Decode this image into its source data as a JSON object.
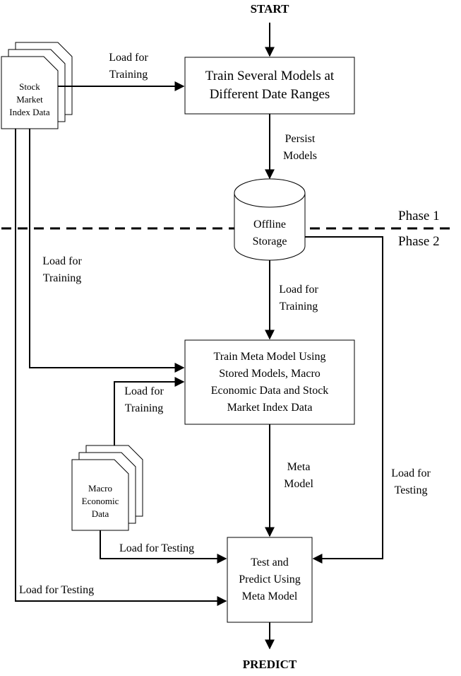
{
  "nodes": {
    "start": "START",
    "predict": "PREDICT",
    "train_models": [
      "Train Several Models at",
      "Different Date Ranges"
    ],
    "offline_storage": [
      "Offline",
      "Storage"
    ],
    "train_meta": [
      "Train Meta Model Using",
      "Stored Models, Macro",
      "Economic Data and Stock",
      "Market Index Data"
    ],
    "test_predict": [
      "Test and",
      "Predict Using",
      "Meta Model"
    ],
    "stock_docs": [
      "Stock",
      "Market",
      "Index Data"
    ],
    "macro_docs": [
      "Macro",
      "Economic",
      "Data"
    ]
  },
  "edges": {
    "load_training_top": [
      "Load for",
      "Training"
    ],
    "persist": [
      "Persist",
      "Models"
    ],
    "load_training_left": [
      "Load for",
      "Training"
    ],
    "load_training_storage": [
      "Load for",
      "Training"
    ],
    "load_training_macro": [
      "Load for",
      "Training"
    ],
    "meta_model": [
      "Meta",
      "Model"
    ],
    "load_testing_right": [
      "Load for",
      "Testing"
    ],
    "load_testing_macro": "Load for Testing",
    "load_testing_stock": "Load for Testing"
  },
  "phases": {
    "phase1": "Phase 1",
    "phase2": "Phase 2"
  }
}
